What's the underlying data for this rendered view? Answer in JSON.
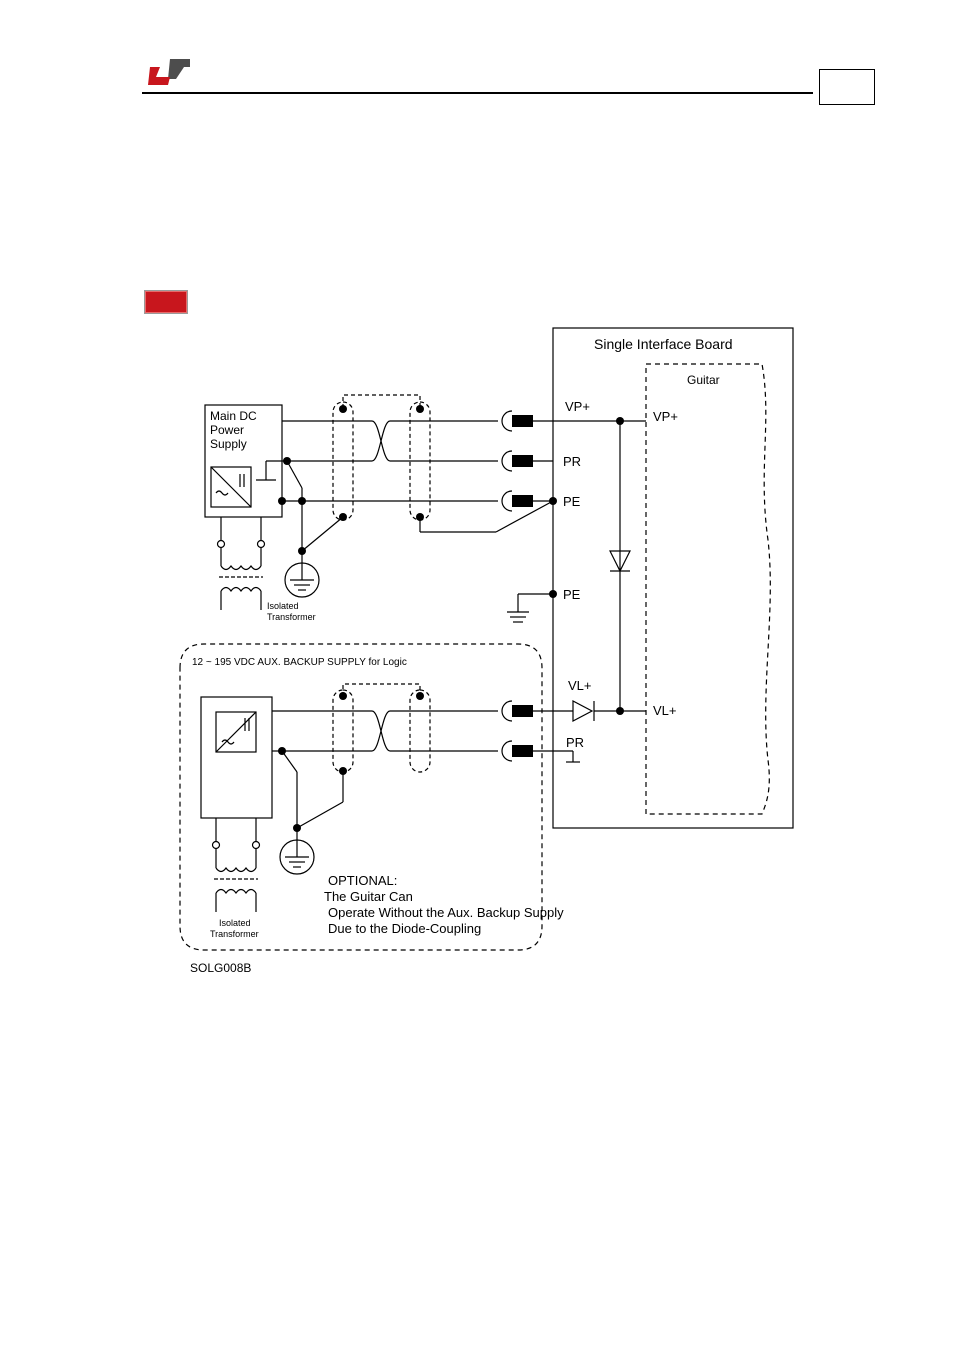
{
  "figure": {
    "board_title": "Single Interface Board",
    "drive_label": "Guitar",
    "main_supply": [
      "Main DC",
      "Power",
      "Supply"
    ],
    "iso_transformer": [
      "Isolated",
      "Transformer"
    ],
    "aux_title": "12 ~ 195 VDC AUX. BACKUP SUPPLY for Logic",
    "optional_note": [
      "OPTIONAL:",
      "The Guitar Can",
      "Operate Without the  Aux. Backup Supply",
      "Due to the Diode-Coupling"
    ],
    "figure_id": "SOLG008B",
    "terminals": {
      "vp_plus": "VP+",
      "pr": "PR",
      "pe": "PE",
      "vl_plus": "VL+"
    }
  },
  "colors": {
    "brand_red": "#c8161d",
    "brand_gray": "#4d4d4d",
    "ink": "#000000"
  },
  "icons": [
    "company-logo-icon",
    "ground-icon",
    "chassis-ground-icon",
    "diode-icon",
    "transformer-icon",
    "dc-converter-icon"
  ]
}
